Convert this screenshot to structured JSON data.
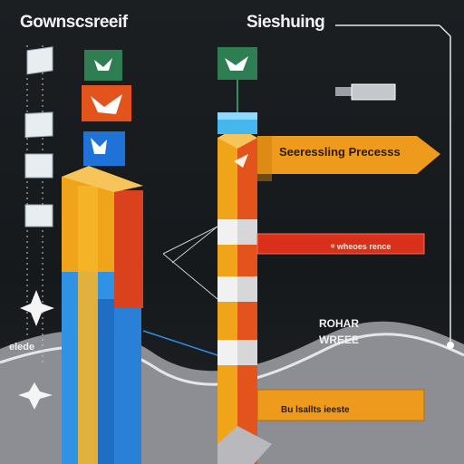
{
  "header": {
    "left_title": "Gownscsreeif",
    "right_title": "Sieshuing"
  },
  "banners": {
    "primary": "Seeressling Precesss",
    "secondary": "ᵠ wheoes  rence",
    "tertiary": "Bu lsallts  ieeste"
  },
  "labels": {
    "side": "ROHAR\nWREEE",
    "corner": "elede"
  },
  "colors": {
    "background": "#1a1d20",
    "orange": "#ee9a1c",
    "red": "#d9421c",
    "blue": "#2d8fe0",
    "green": "#2f7d52",
    "white": "#f1f1f1",
    "gray": "#8f8f95"
  }
}
